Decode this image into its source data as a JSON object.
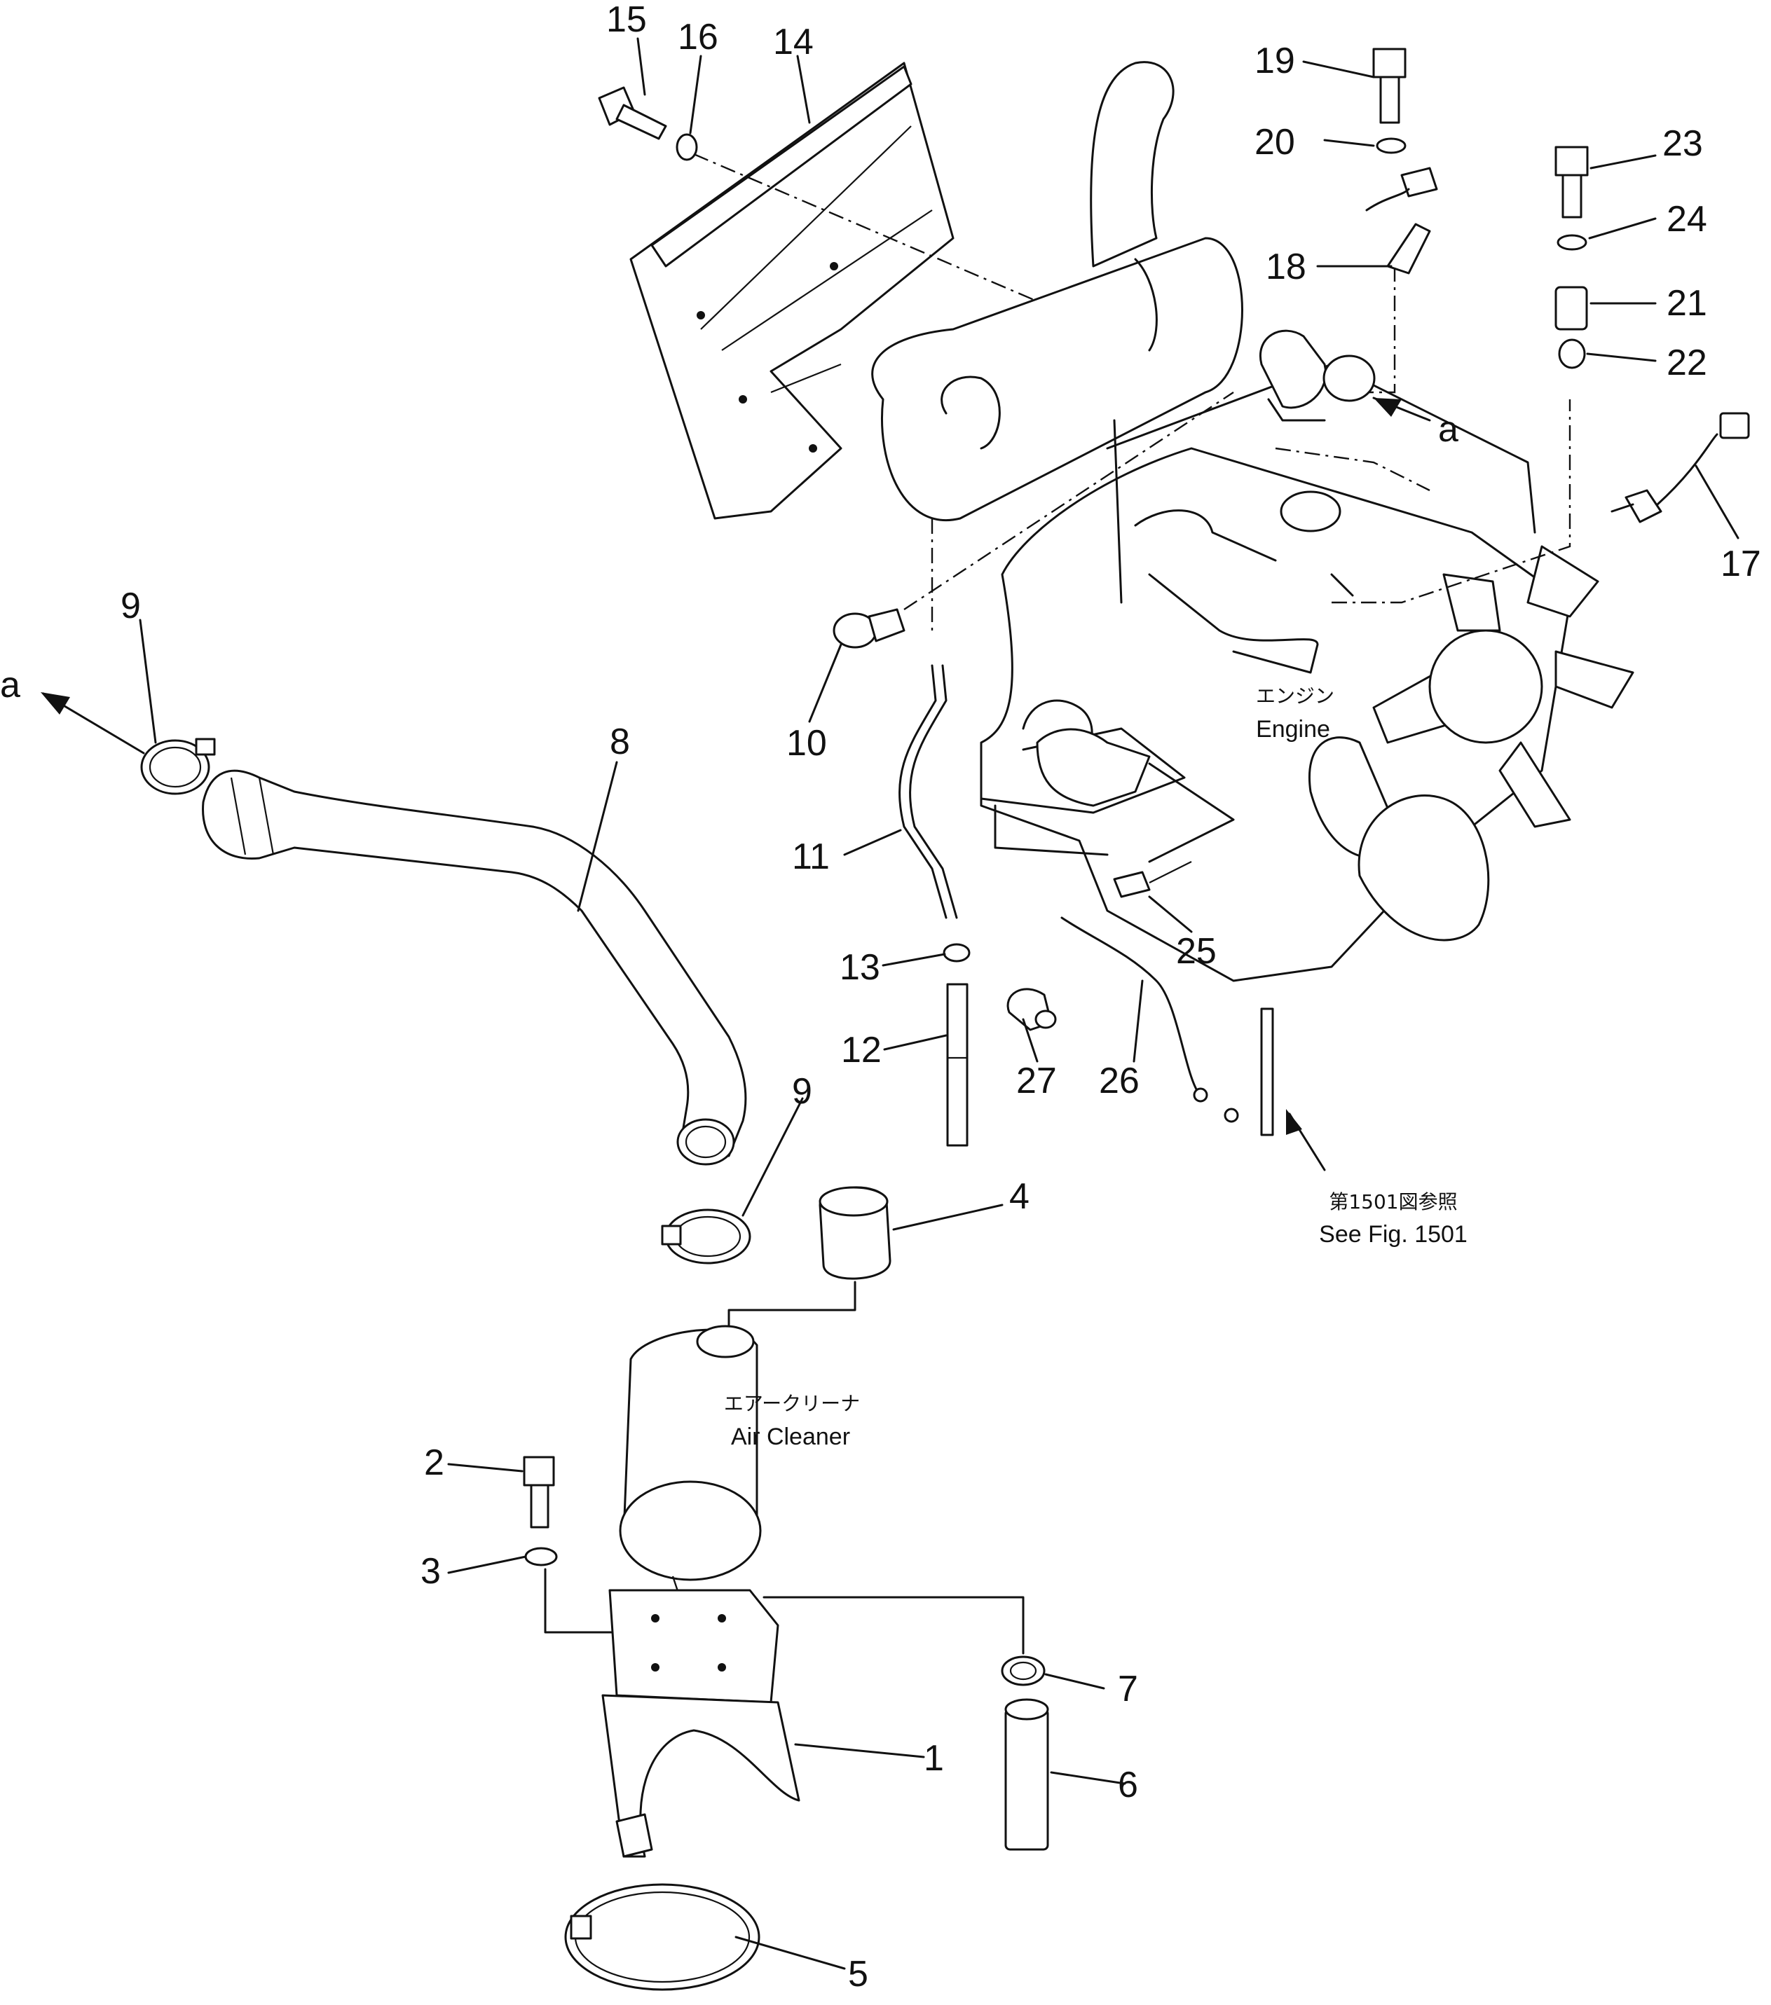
{
  "parts": [
    {
      "no": "1"
    },
    {
      "no": "2"
    },
    {
      "no": "3"
    },
    {
      "no": "4"
    },
    {
      "no": "5"
    },
    {
      "no": "6"
    },
    {
      "no": "7"
    },
    {
      "no": "8"
    },
    {
      "no": "9"
    },
    {
      "no": "9"
    },
    {
      "no": "10"
    },
    {
      "no": "11"
    },
    {
      "no": "12"
    },
    {
      "no": "13"
    },
    {
      "no": "14"
    },
    {
      "no": "15"
    },
    {
      "no": "16"
    },
    {
      "no": "17"
    },
    {
      "no": "18"
    },
    {
      "no": "19"
    },
    {
      "no": "20"
    },
    {
      "no": "21"
    },
    {
      "no": "22"
    },
    {
      "no": "23"
    },
    {
      "no": "24"
    },
    {
      "no": "25"
    },
    {
      "no": "26"
    },
    {
      "no": "27"
    }
  ],
  "refs": {
    "a_left": "a",
    "a_right": "a"
  },
  "engine": {
    "jp": "エンジン",
    "en": "Engine"
  },
  "air_cleaner": {
    "jp": "エアークリーナ",
    "en": "Air Cleaner"
  },
  "see_fig": {
    "jp": "第1501図参照",
    "en": "See Fig. 1501"
  }
}
